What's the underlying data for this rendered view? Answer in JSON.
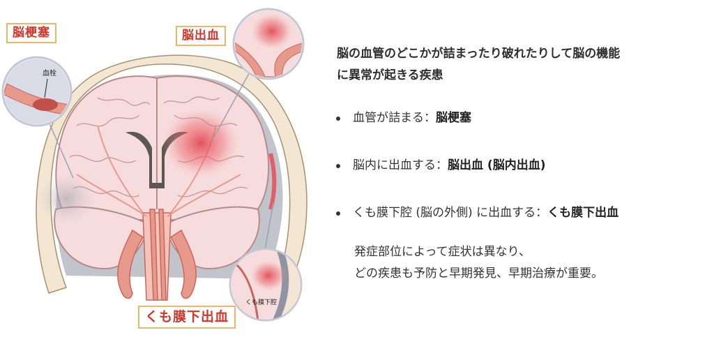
{
  "labels": {
    "infarct": "脳梗塞",
    "hemorrhage": "脳出血",
    "sah": "くも膜下出血",
    "clot": "血栓",
    "sah_inset": "くも膜下腔"
  },
  "intro": {
    "line1": "脳の血管のどこかが詰まったり破れたりして脳の機能",
    "line2": "に異常が起きる疾患"
  },
  "bullets": [
    {
      "prefix": "血管が詰まる：",
      "term": "脳梗塞",
      "suffix": ""
    },
    {
      "prefix": "脳内に出血する：",
      "term": "脳出血 (脳内出血)",
      "suffix": ""
    },
    {
      "prefix": "くも膜下腔 (脳の外側) に出血する：",
      "term": "くも膜下出血",
      "suffix": ""
    }
  ],
  "closing": {
    "line1": "発症部位によって症状は異なり、",
    "line2": "どの疾患も予防と早期発見、早期治療が重要。"
  },
  "colors": {
    "label_text": "#d1352b",
    "label_border": "#e8b86a",
    "brain_fill": "#f6dcdc",
    "brain_outline": "#b58a8a",
    "vessel": "#e79a8c",
    "skull": "#f3e6d2",
    "hemorrhage": "#e8474f"
  }
}
